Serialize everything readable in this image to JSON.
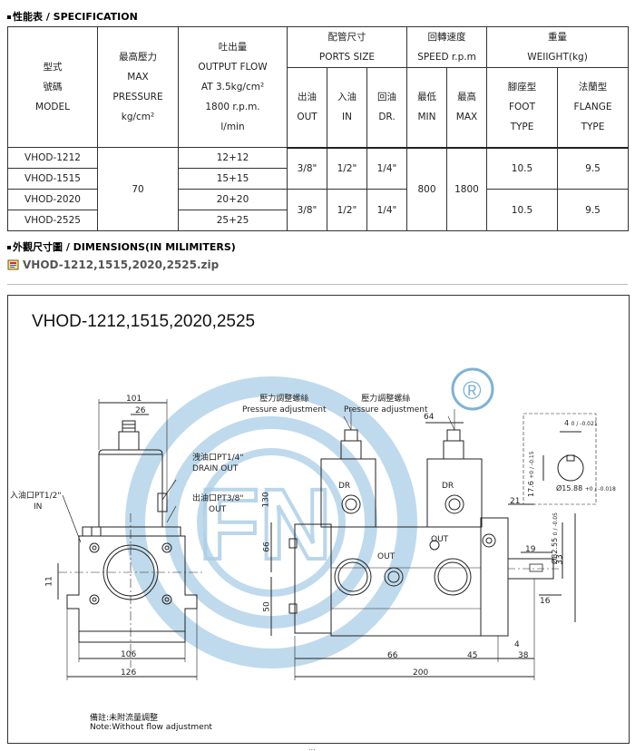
{
  "spec_section": {
    "title": "性能表 / SPECIFICATION"
  },
  "spec_table": {
    "h_model": [
      "型式",
      "號碼",
      "MODEL"
    ],
    "h_pressure": [
      "最高壓力",
      "MAX",
      "PRESSURE",
      "kg/cm²"
    ],
    "h_flow": [
      "吐出量",
      "OUTPUT FLOW",
      "AT 3.5kg/cm²",
      "1800 r.p.m.",
      "l/min"
    ],
    "h_ports": [
      "配管尺寸",
      "PORTS SIZE"
    ],
    "h_speed": [
      "回轉速度",
      "SPEED r.p.m"
    ],
    "h_weight": [
      "重量",
      "WEIIGHT(kg)"
    ],
    "h_out": [
      "出油",
      "OUT"
    ],
    "h_in": [
      "入油",
      "IN"
    ],
    "h_dr": [
      "回油",
      "DR."
    ],
    "h_min": [
      "最低",
      "MIN"
    ],
    "h_max": [
      "最高",
      "MAX"
    ],
    "h_foot": [
      "腳座型",
      "FOOT",
      "TYPE"
    ],
    "h_flange": [
      "法蘭型",
      "FLANGE",
      "TYPE"
    ],
    "models": [
      "VHOD-1212",
      "VHOD-1515",
      "VHOD-2020",
      "VHOD-2525"
    ],
    "flows": [
      "12+12",
      "15+15",
      "20+20",
      "25+25"
    ],
    "pressure": "70",
    "ports_a": {
      "out": "3/8\"",
      "in": "1/2\"",
      "dr": "1/4\""
    },
    "ports_b": {
      "out": "3/8\"",
      "in": "1/2\"",
      "dr": "1/4\""
    },
    "speed_min": "800",
    "speed_max": "1800",
    "weight_a": {
      "foot": "10.5",
      "flange": "9.5"
    },
    "weight_b": {
      "foot": "10.5",
      "flange": "9.5"
    }
  },
  "dim_section": {
    "title": "外觀尺寸圖 / DIMENSIONS(IN MILIMITERS)"
  },
  "zip_link": {
    "label": "VHOD-1212,1515,2020,2525.zip"
  },
  "drawing": {
    "title": "VHOD-1212,1515,2020,2525",
    "labels": {
      "inlet_cn": "入油口PT1/2\"",
      "inlet_en": "IN",
      "drain_cn": "洩油口PT1/4\"",
      "drain_en": "DRAIN OUT",
      "outlet_cn": "出油口PT3/8\"",
      "outlet_en": "OUT",
      "press_adj_cn_1": "壓力調整螺絲",
      "press_adj_en_1": "Pressure adjustment",
      "press_adj_cn_2": "壓力調整螺絲",
      "press_adj_en_2": "Pressure adjustment",
      "dr_1": "DR",
      "dr_2": "DR",
      "out_1": "OUT",
      "out_2": "OUT"
    },
    "dims": {
      "d101": "101",
      "d26": "26",
      "d130": "130",
      "d11": "11",
      "d106": "106",
      "d126": "126",
      "d64": "64",
      "d21": "21",
      "d66v": "66",
      "d50": "50",
      "d19": "19",
      "d33": "33",
      "d16": "16",
      "d4": "4",
      "d38": "38",
      "d66h": "66",
      "d45": "45",
      "d200": "200",
      "d8255": "Ø82.55",
      "d8255_tol": "0 / -0.05",
      "d4key": "4",
      "d4key_tol": "0 / -0.021",
      "d176": "17.6",
      "d176_tol": "+0 / -0.15",
      "d1588": "Ø15.88",
      "d1588_tol": "+0 / -0.018"
    },
    "note_cn": "備註:未附流量調整",
    "note_en": "Note:Without flow adjustment",
    "watermark": "FN",
    "registered_mark": "®"
  },
  "footer_fragment": "...",
  "colors": {
    "watermark": "#a9cde6",
    "line": "#222222",
    "header_text": "#000000"
  }
}
